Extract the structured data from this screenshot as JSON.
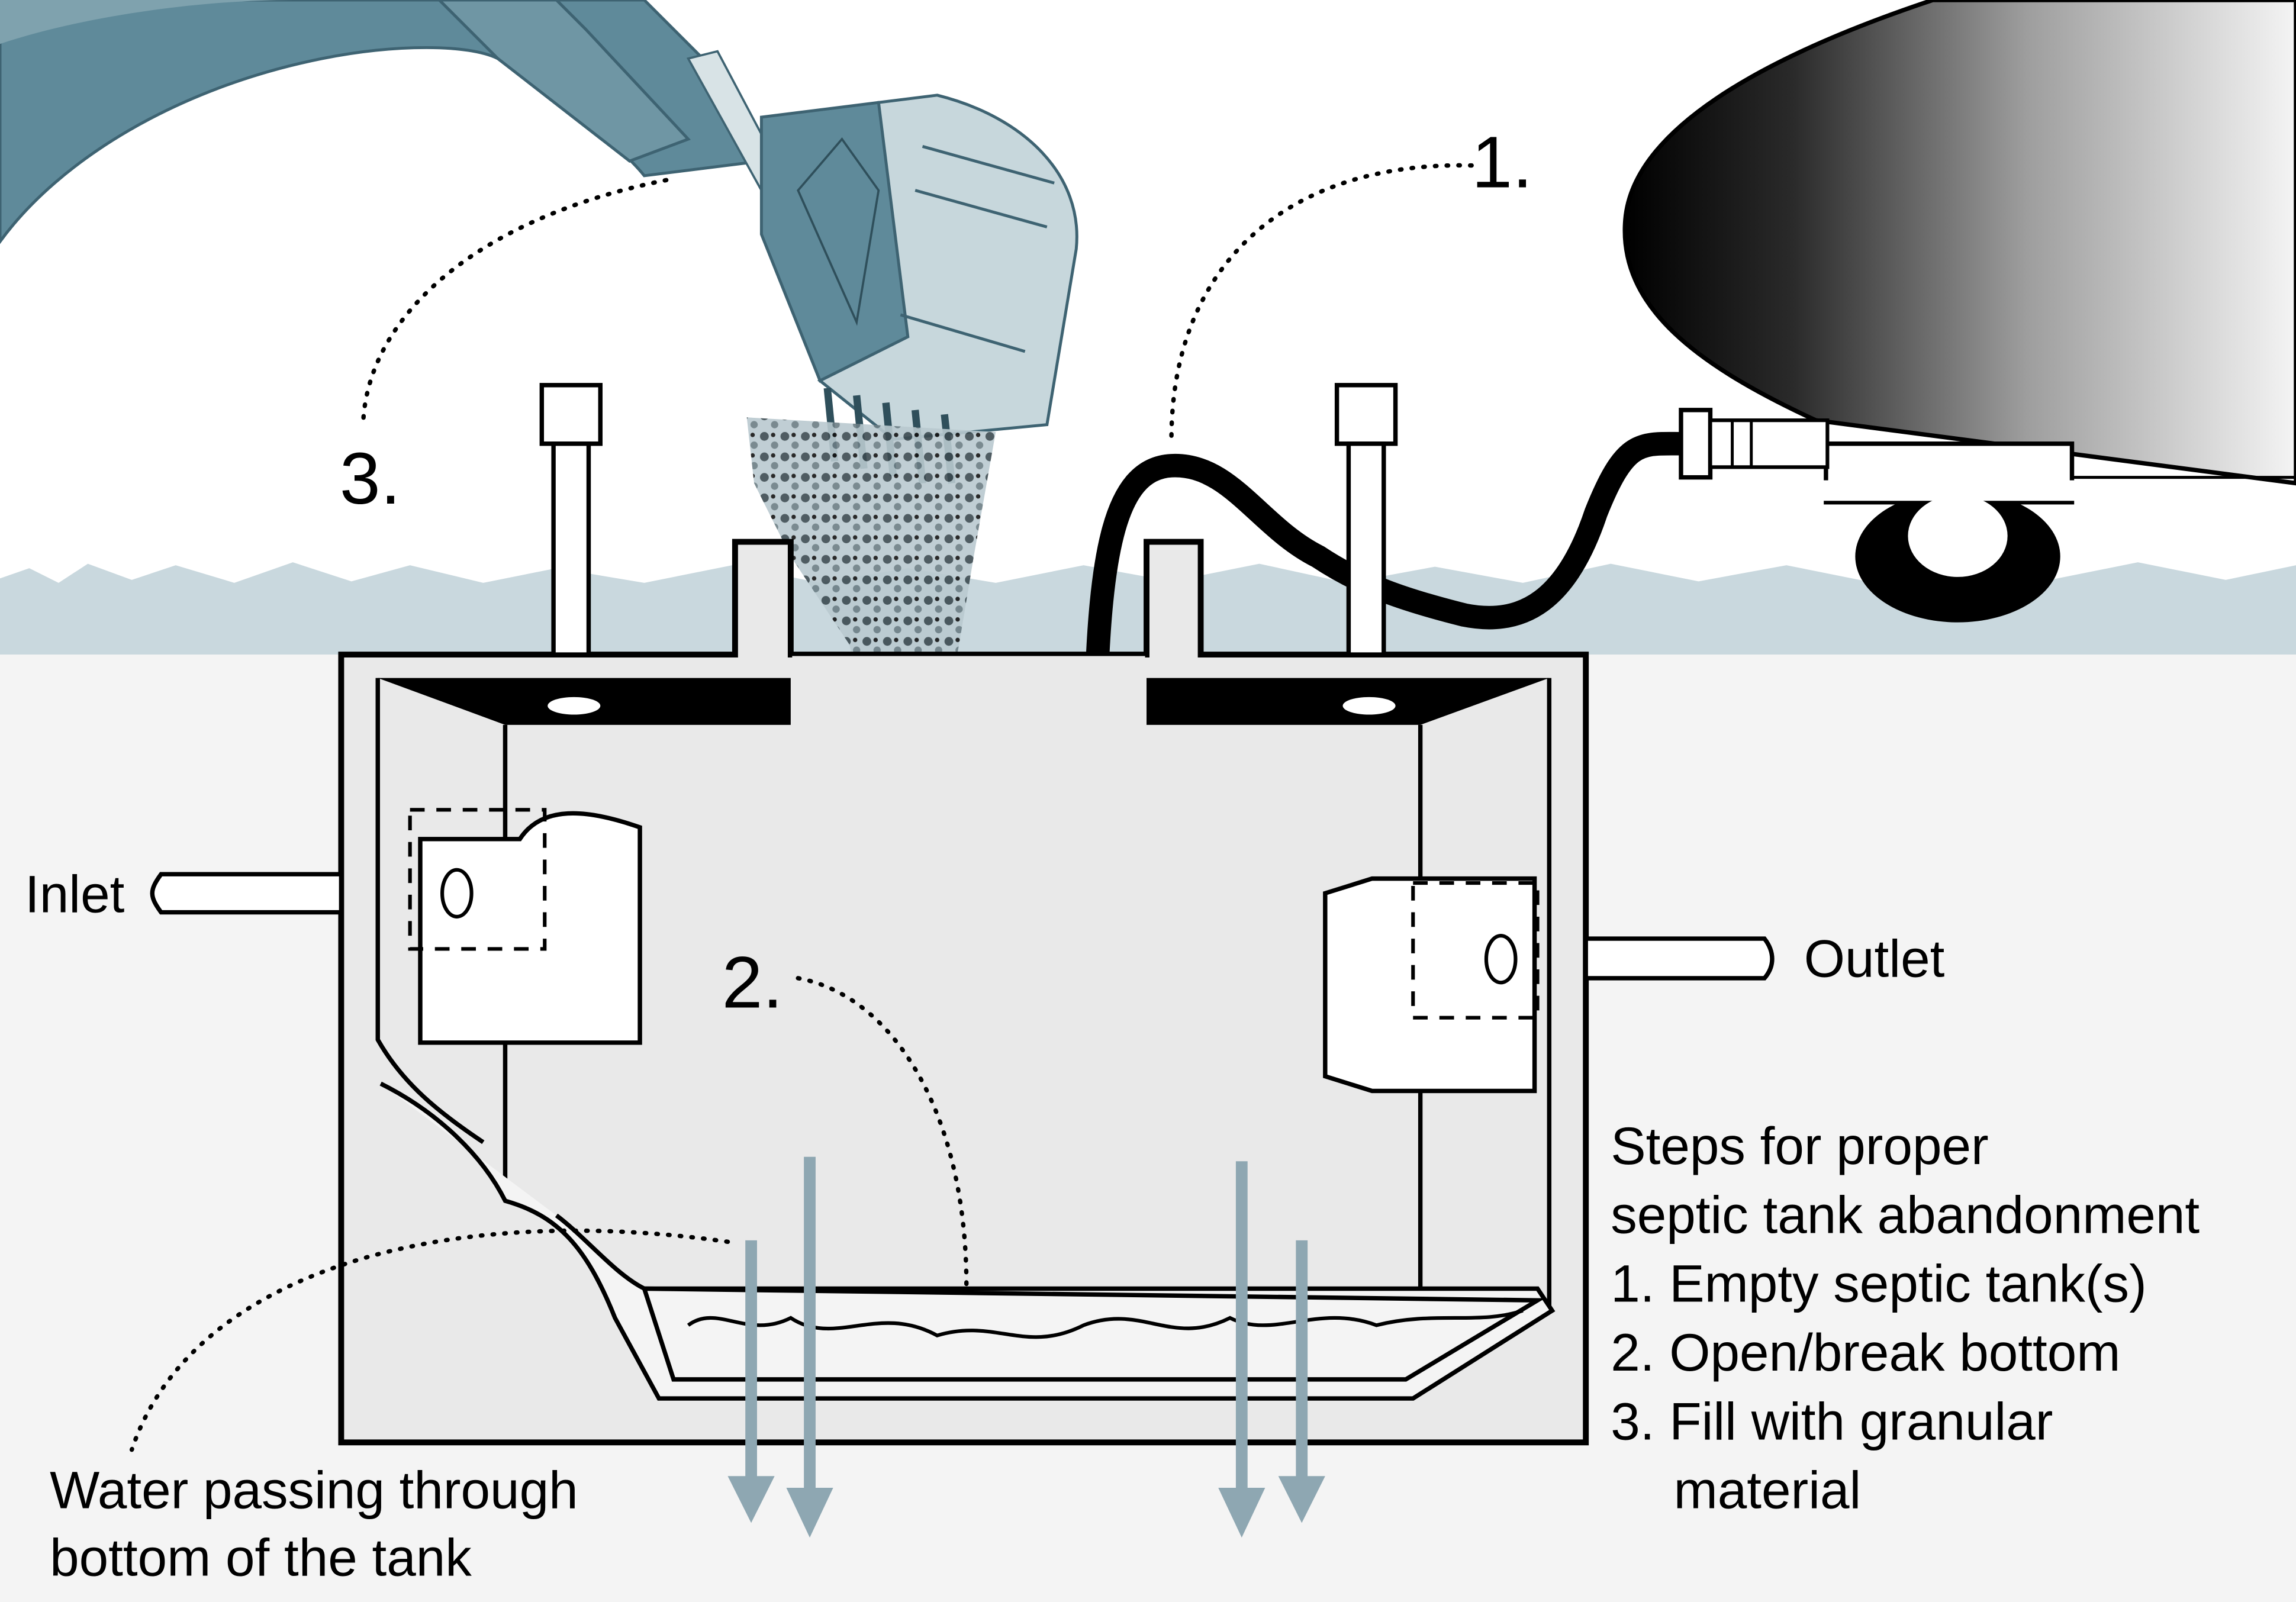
{
  "labels": {
    "step1_marker": "1.",
    "step2_marker": "2.",
    "step3_marker": "3.",
    "inlet": "Inlet",
    "outlet": "Outlet",
    "water_caption_line1": "Water passing through",
    "water_caption_line2": "bottom of the tank"
  },
  "steps_panel": {
    "title_line1": "Steps for proper",
    "title_line2": "septic tank abandonment",
    "steps": [
      "1. Empty septic tank(s)",
      "2. Open/break bottom",
      "3. Fill with granular",
      "    material"
    ]
  },
  "colors": {
    "excavator": "#5f8a9a",
    "grass": "#c9d8de",
    "water_arrows": "#8ea7b2",
    "ground": "#f4f4f4",
    "tank_fill": "#e9e9e9"
  }
}
